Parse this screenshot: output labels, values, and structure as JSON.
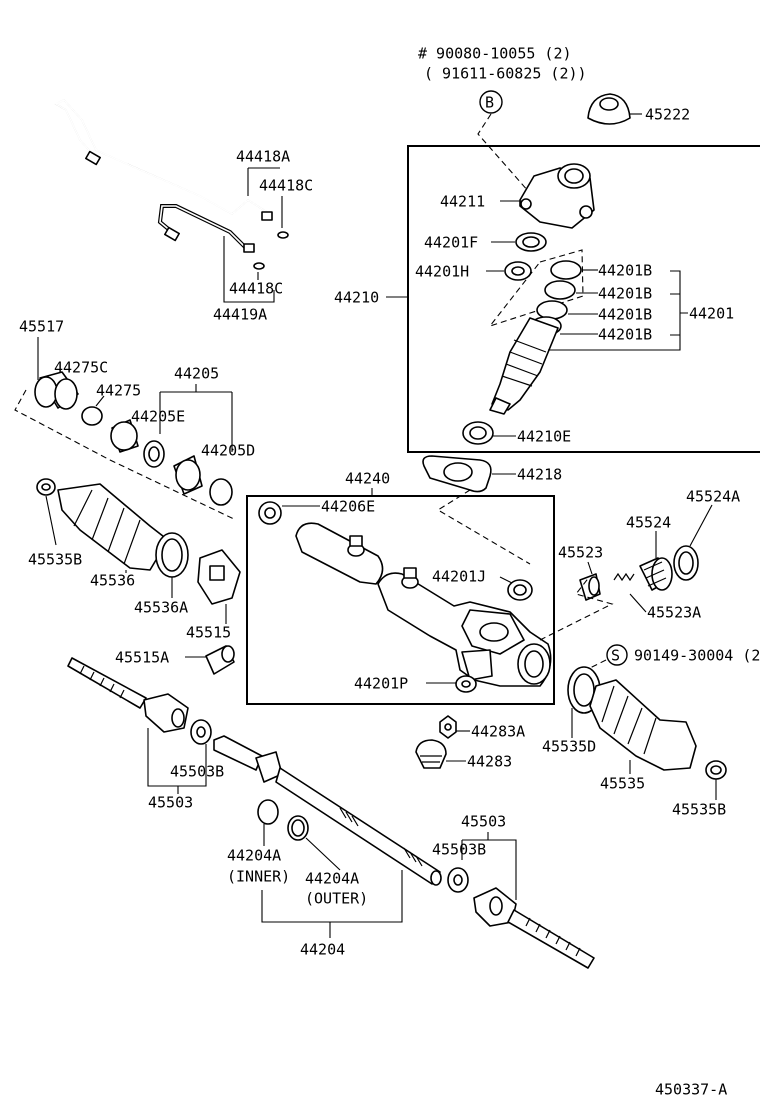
{
  "diagram_id": "450337-A",
  "notes": {
    "bolt_note_1": "# 90080-10055 (2)",
    "bolt_note_2": "( 91611-60825 (2))",
    "circle_b": "B",
    "circle_s": "S",
    "s_note": "90149-30004 (2"
  },
  "labels": {
    "p45222": "45222",
    "p44211": "44211",
    "p44201F": "44201F",
    "p44201H": "44201H",
    "p44201B_1": "44201B",
    "p44201B_2": "44201B",
    "p44201B_3": "44201B",
    "p44201B_4": "44201B",
    "p44201": "44201",
    "p44210": "44210",
    "p44210E": "44210E",
    "p44418A": "44418A",
    "p44418C_1": "44418C",
    "p44418C_2": "44418C",
    "p44419A": "44419A",
    "p45517": "45517",
    "p44275C": "44275C",
    "p44275": "44275",
    "p44205": "44205",
    "p44205E": "44205E",
    "p44205D": "44205D",
    "p44240": "44240",
    "p44218": "44218",
    "p44206E": "44206E",
    "p45535B_left": "45535B",
    "p45536": "45536",
    "p45536A": "45536A",
    "p45515": "45515",
    "p45515A": "45515A",
    "p44201J": "44201J",
    "p45523": "45523",
    "p45524": "45524",
    "p45524A": "45524A",
    "p45523A": "45523A",
    "p44201P": "44201P",
    "p44283A": "44283A",
    "p44283": "44283",
    "p45535D": "45535D",
    "p45535": "45535",
    "p45535B_right": "45535B",
    "p45503B_left": "45503B",
    "p45503_left": "45503",
    "p45503_right": "45503",
    "p45503B_right": "45503B",
    "p44204A_inner": "44204A",
    "inner_note": "(INNER)",
    "p44204A_outer": "44204A",
    "outer_note": "(OUTER)",
    "p44204": "44204"
  }
}
